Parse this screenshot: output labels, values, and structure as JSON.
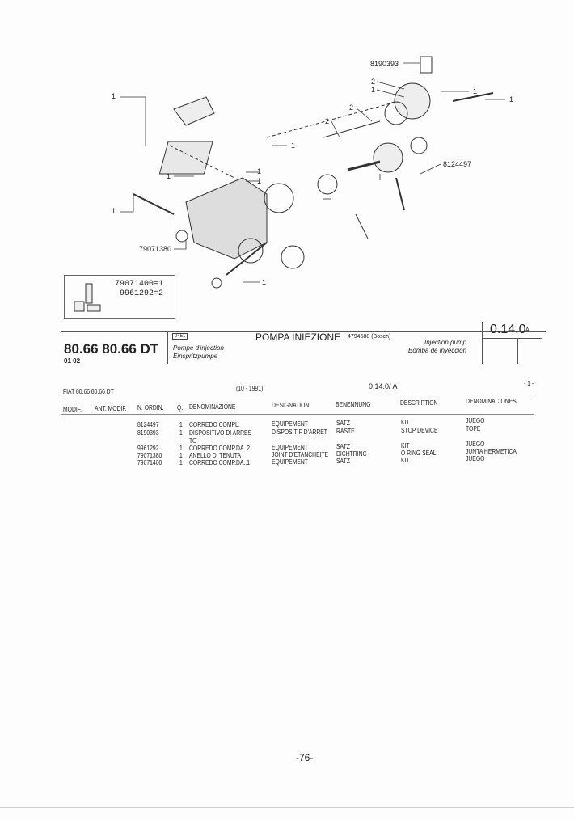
{
  "diagram": {
    "callouts": [
      "8190393",
      "2",
      "1",
      "1",
      "1",
      "1",
      "2",
      "2",
      "1",
      "8124497",
      "1",
      "1",
      "1",
      "1",
      "79071380",
      "1"
    ],
    "inset": {
      "lines": [
        "79071400=1",
        "9961292=2"
      ]
    }
  },
  "header": {
    "model": "80.66 80.66 DT",
    "model_code": "01 02",
    "group_box": "0451",
    "title_it": "POMPA INIEZIONE",
    "title_ref": "4794588 (Bosch)",
    "title_fr": "Pompe d'injection",
    "title_de": "Einspritzpumpe",
    "title_en": "Injection pump",
    "title_es": "Bomba de inyección",
    "table_code": "0.14.0",
    "table_suffix": "/A"
  },
  "sub": {
    "model_line": "FIAT 80.66 80.66 DT",
    "date": "(10 - 1991)",
    "code": "0.14.0/  A",
    "page_marker": "- 1 -"
  },
  "table": {
    "headers": [
      "MODIF.",
      "ANT. MODIF.",
      "N. ORDIN.",
      "Q.",
      "DENOMINAZIONE",
      "DESIGNATION",
      "BENENNUNG",
      "DESCRIPTION",
      "DENOMINACIONES"
    ],
    "rows": [
      {
        "n": "8124497",
        "q": "1",
        "it": "CORREDO COMPL.",
        "fr": "EQUIPEMENT",
        "de": "SATZ",
        "en": "KIT",
        "es": "JUEGO"
      },
      {
        "n": "8190393",
        "q": "1",
        "it": "DISPOSITIVO DI ARRES",
        "fr": "DISPOSITIF D'ARRET",
        "de": "RASTE",
        "en": "STOP DEVICE",
        "es": "TOPE"
      },
      {
        "n": "",
        "q": "",
        "it": "TO",
        "fr": "",
        "de": "",
        "en": "",
        "es": ""
      },
      {
        "n": "9961292",
        "q": "1",
        "it": "CORREDO COMP.DA..2",
        "fr": "EQUIPEMENT",
        "de": "SATZ",
        "en": "KIT",
        "es": "JUEGO"
      },
      {
        "n": "79071380",
        "q": "1",
        "it": "ANELLO DI TENUTA",
        "fr": "JOINT D'ETANCHEITE",
        "de": "DICHTRING",
        "en": "O RING SEAL",
        "es": "JUNTA HERMETICA"
      },
      {
        "n": "79071400",
        "q": "1",
        "it": "CORREDO COMP.DA..1",
        "fr": "EQUIPEMENT",
        "de": "SATZ",
        "en": "KIT",
        "es": "JUEGO"
      }
    ]
  },
  "footer": {
    "page_number": "-76-"
  }
}
